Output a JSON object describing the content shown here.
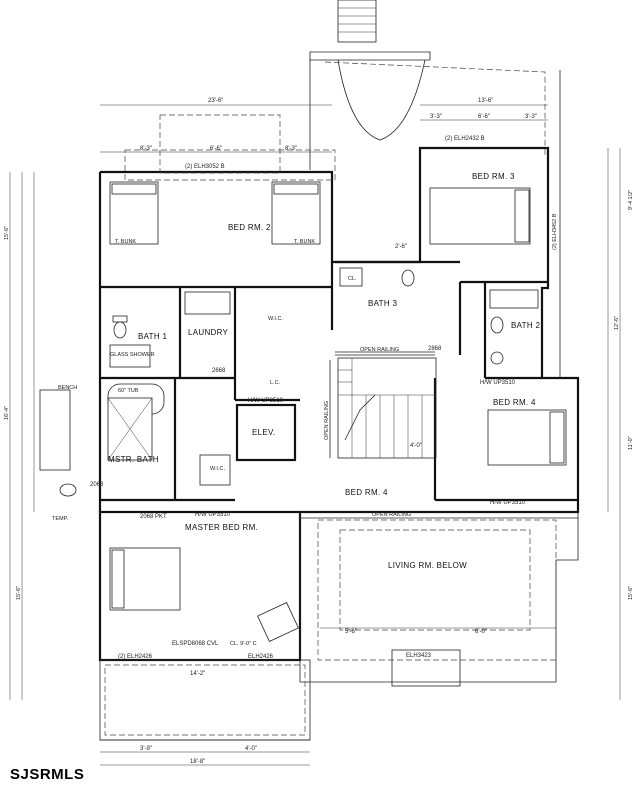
{
  "watermark": "SJSRMLS",
  "rooms": {
    "bed_rm_2": "BED RM. 2",
    "bed_rm_3": "BED RM. 3",
    "bed_rm_4": "BED RM. 4",
    "bed_rm_4b": "BED RM. 4",
    "laundry": "LAUNDRY",
    "bath_1": "BATH 1",
    "bath_2": "BATH 2",
    "bath_3": "BATH 3",
    "mstr_bath": "MSTR. BATH",
    "master_bed": "MASTER BED RM.",
    "living_below": "LIVING RM. BELOW",
    "open_railing_1": "OPEN RAILING",
    "open_railing_2": "OPEN RAILING",
    "open_railing_v": "OPEN RAILING",
    "elev": "ELEV.",
    "wic_1": "W.I.C.",
    "wic_2": "W.I.C.",
    "lc": "L.C.",
    "cl": "CL.",
    "bench": "BENCH",
    "t_bunk_1": "T. BUNK",
    "t_bunk_2": "T. BUNK",
    "temp": "TEMP."
  },
  "dims": {
    "top_overall": "23'-6\"",
    "top_right": "13'-6\"",
    "top_l1": "8'-3\"",
    "top_l2": "6'-6\"",
    "top_l3": "8'-3\"",
    "top_r1": "3'-3\"",
    "top_r2": "6'-6\"",
    "top_r3": "3'-3\"",
    "left_1": "15'-6\"",
    "left_2": "16'-4\"",
    "left_3": "15'-6\"",
    "right_1": "9'-4 1/2\"",
    "right_2": "11'-0\"",
    "right_3": "15'-6\"",
    "right_4": "12'-6\"",
    "bottom_1": "18'-8\"",
    "bottom_2": "3'-9\"",
    "bottom_3": "4'-0\"",
    "bottom_4": "14'-2\"",
    "mid_1": "2'-6\"",
    "mid_2": "4'-0\"",
    "mid_3": "5'-6\"",
    "mid_4": "6'-0\"",
    "mid_5": "2668",
    "mid_6": "2868",
    "mid_7": "2068",
    "mid_8": "2068 PKT",
    "window_1": "(2) ELH2432 B",
    "window_2": "(2) ELH3052 B",
    "window_3": "(2) ELH3452 B",
    "window_4": "ELSPD8068 CVL",
    "window_5": "(2) ELH2426",
    "window_6": "ELH3423",
    "window_7": "ELH2426",
    "hw_1": "H/W UP3510",
    "hw_2": "H/W UP3510",
    "hw_3": "H/W UP3510",
    "hw_4": "H/W UP3510",
    "open_above": "60\" TUB",
    "tub": "GLASS SHOWER",
    "ceiling": "CL. 9'-0\" C"
  }
}
